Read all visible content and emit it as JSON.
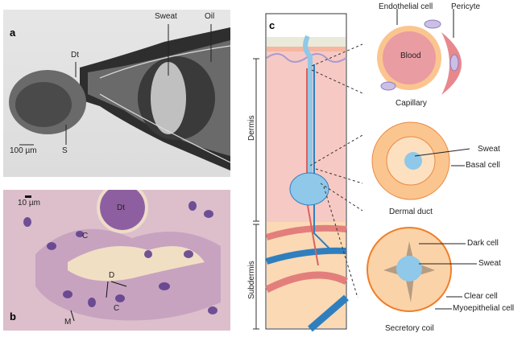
{
  "panels": {
    "a": {
      "letter": "a",
      "labels": {
        "sweat": "Sweat",
        "oil": "Oil",
        "dt": "Dt",
        "s": "S"
      },
      "scale_bar": "100 µm"
    },
    "b": {
      "letter": "b",
      "labels": {
        "dt": "Dt",
        "c1": "C",
        "c2": "C",
        "d": "D",
        "m": "M"
      },
      "scale_bar": "10 µm"
    },
    "c": {
      "letter": "c",
      "layers": {
        "dermis": "Dermis",
        "subdermis": "Subdermis"
      },
      "colors": {
        "vein": "#2f7fbf",
        "artery": "#d9625f",
        "gland": "#8fc8e8",
        "dermis": "#f7c9c4",
        "subdermis": "#fbd9b4"
      },
      "insets": {
        "capillary": {
          "title": "Capillary",
          "labels": {
            "endothelial": "Endothelial cell",
            "pericyte": "Pericyte",
            "blood": "Blood"
          }
        },
        "duct": {
          "title": "Dermal duct",
          "labels": {
            "sweat": "Sweat",
            "basal": "Basal cell"
          }
        },
        "coil": {
          "title": "Secretory coil",
          "labels": {
            "dark": "Dark cell",
            "sweat": "Sweat",
            "clear": "Clear cell",
            "myo": "Myoepithelial cell"
          }
        }
      }
    }
  }
}
